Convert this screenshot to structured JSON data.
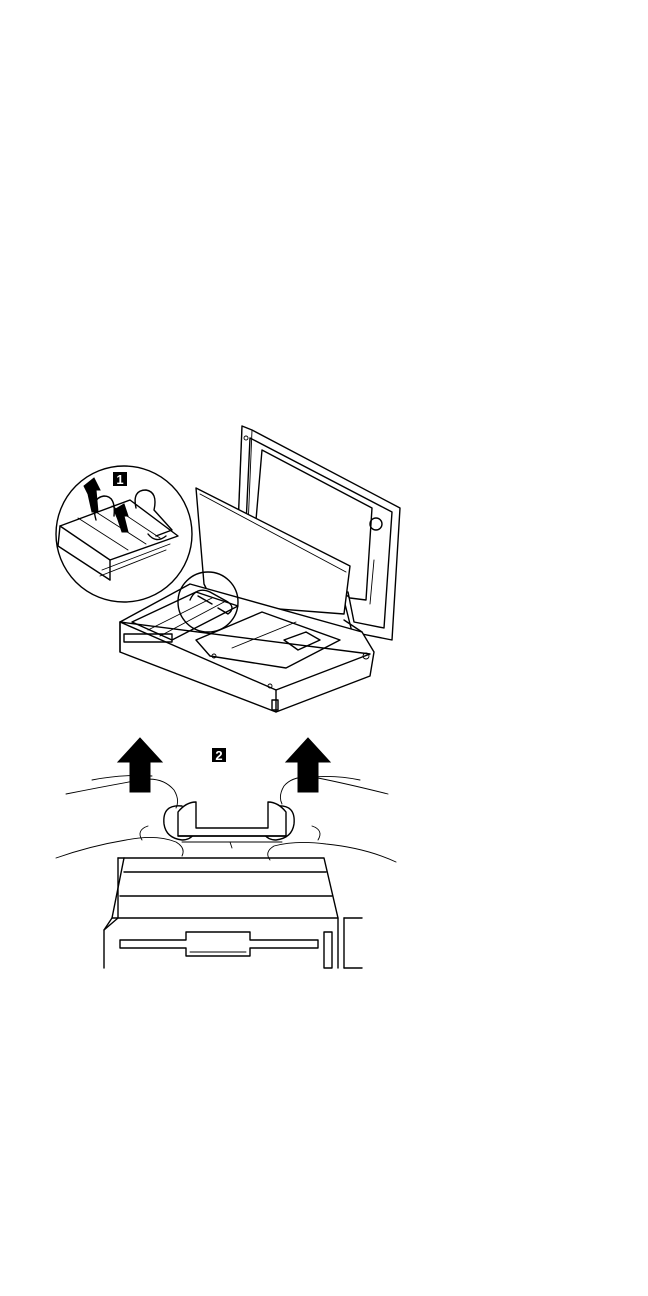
{
  "figure": {
    "callouts": [
      {
        "id": "callout-1",
        "text": "1"
      },
      {
        "id": "callout-2",
        "text": "2"
      }
    ],
    "colors": {
      "ink": "#000000",
      "paper": "#ffffff"
    }
  }
}
